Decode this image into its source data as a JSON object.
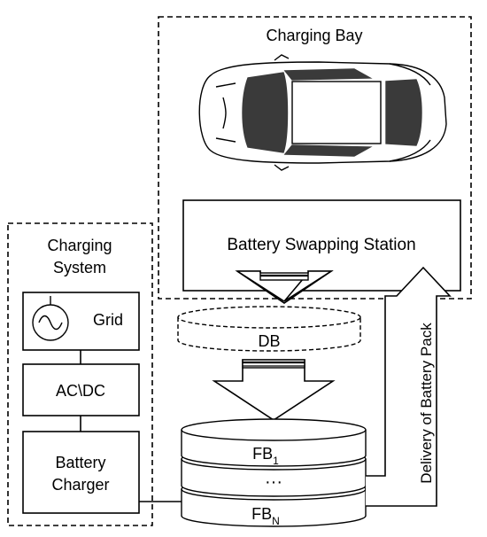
{
  "charging_bay": {
    "title": "Charging Bay"
  },
  "swapping_station": {
    "label": "Battery Swapping Station"
  },
  "charging_system": {
    "title_line1": "Charging",
    "title_line2": "System",
    "grid_label": "Grid",
    "acdc_label": "AC\\DC",
    "charger_line1": "Battery",
    "charger_line2": "Charger"
  },
  "depleted_battery": {
    "label": "DB"
  },
  "full_batteries": {
    "top_label": "FB",
    "top_sub": "1",
    "middle_label": "···",
    "bottom_label": "FB",
    "bottom_sub": "N"
  },
  "delivery_arrow": {
    "label": "Delivery of Battery Pack"
  },
  "icons": {
    "grid": "ac-source-icon",
    "car": "car-topview-icon"
  },
  "colors": {
    "stroke": "#000000",
    "car_glass": "#3a3a3a",
    "background": "#ffffff"
  }
}
